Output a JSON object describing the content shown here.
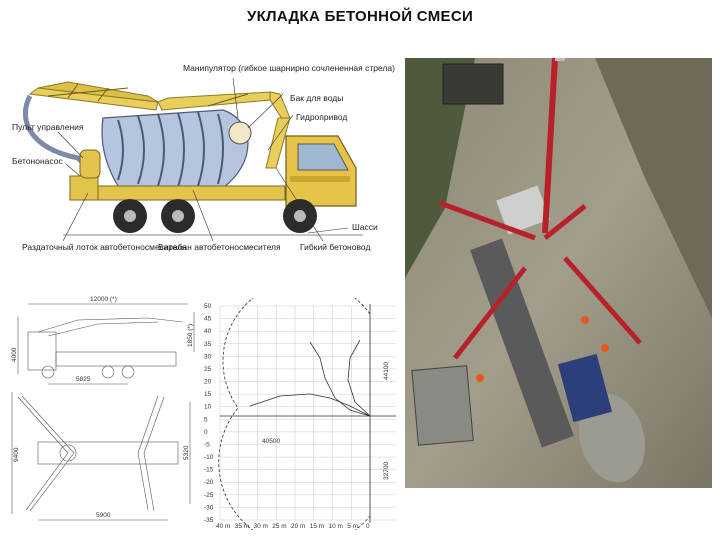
{
  "slide": {
    "title": "УКЛАДКА БЕТОННОЙ СМЕСИ"
  },
  "truck_diagram": {
    "labels": {
      "manipulator": "Манипулятор (гибкое шарнирно сочлененная стрела)",
      "water_tank": "Бак для воды",
      "hydraulic_drive": "Гидропривод",
      "control_panel": "Пульт управления",
      "concrete_pump": "Бетононасос",
      "chassis": "Шасси",
      "chute": "Раздаточный лоток автобетоносмесителя",
      "drum": "Барабан автобетоносмесителя",
      "hose": "Гибкий бетоновод"
    }
  },
  "dimensions_drawing": {
    "length_top": "12000 (*)",
    "height_left": "4000",
    "height_right": "1850 (*)",
    "wheelbase": "5825",
    "width_left": "9400",
    "width_right": "5320",
    "width_bottom": "5900"
  },
  "reach_diagram": {
    "horizontal_reach": "40500",
    "vertical_height": "44100",
    "depth": "32700",
    "y_ticks": [
      "50",
      "45",
      "40",
      "35",
      "30",
      "25",
      "20",
      "15",
      "10",
      "5",
      "0",
      "-5",
      "-10",
      "-15",
      "-20",
      "-25",
      "-30",
      "-35"
    ],
    "x_ticks": [
      "40 m",
      "35 m",
      "30 m",
      "25 m",
      "20 m",
      "15 m",
      "10 m",
      "5 m",
      "0"
    ]
  },
  "photo": {
    "icon": "concrete-pump-photo"
  }
}
